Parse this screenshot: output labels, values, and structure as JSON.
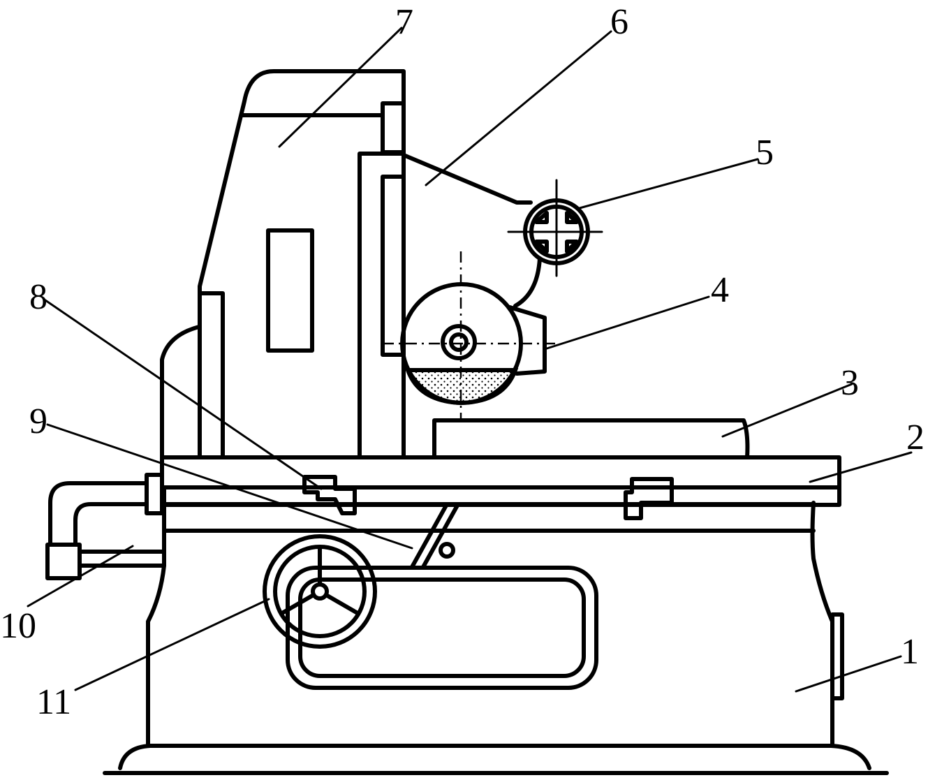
{
  "labels": {
    "l1": "1",
    "l2": "2",
    "l3": "3",
    "l4": "4",
    "l5": "5",
    "l6": "6",
    "l7": "7",
    "l8": "8",
    "l9": "9",
    "l10": "10",
    "l11": "11"
  },
  "colors": {
    "line": "#000000",
    "background": "#ffffff"
  }
}
